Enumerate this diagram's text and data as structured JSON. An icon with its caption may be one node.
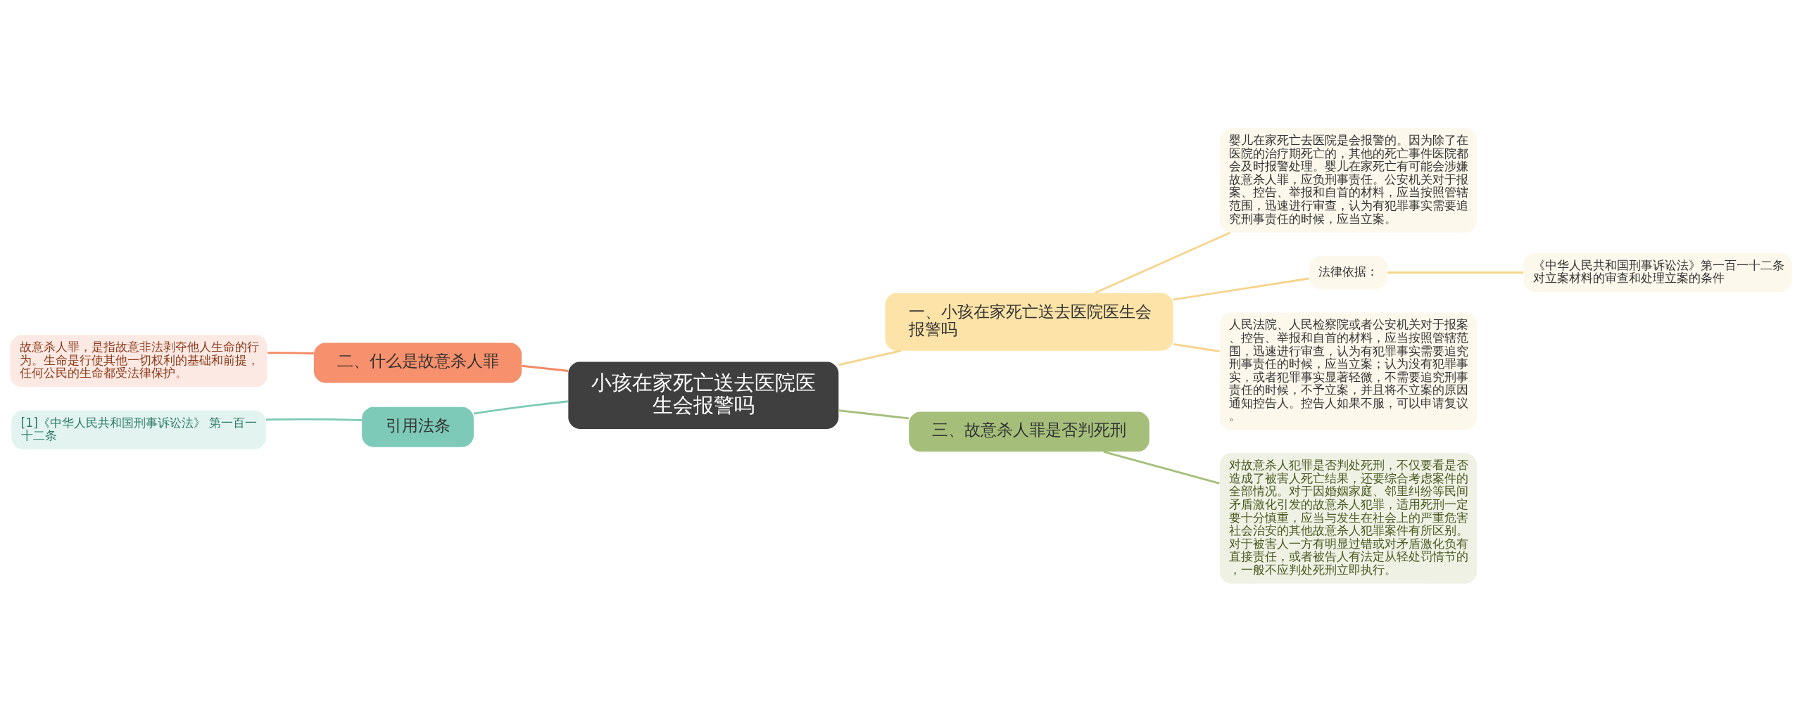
{
  "diagram": {
    "nodes": [
      {
        "text": [
          "小孩在家死亡送去医院医生会报警吗"
        ]
      },
      {
        "text": [
          "一、小孩在家死亡送去医院医生会报警吗"
        ]
      },
      {
        "text": [
          "婴儿在家死亡去医院是会报警的。因为除了在医院的治疗期死亡的，其他的死亡事件医院都会及时报警处理。婴儿在家死亡有可能会涉嫌故意杀人罪，应负刑事责任。公安机关对于报案、控告、举报和自首的材料，应当按照管辖范围，迅速进行审查，认为有犯罪事实需要追究刑事责任的时候，应当立案。"
        ]
      },
      {
        "text": [
          "法律依据："
        ]
      },
      {
        "text": [
          "《中华人民共和国刑事诉讼法》第一百一十二条对立案材料的审查和处理立案的条件"
        ]
      },
      {
        "text": [
          "人民法院、人民检察院或者公安机关对于报案、控告、举报和自首的材料，应当按照管辖范围，迅速进行审查，认为有犯罪事实需要追究刑事责任的时候，应当立案；认为没有犯罪事实，或者犯罪事实显著轻微，不需要追究刑事责任的时候，不予立案，并且将不立案的原因通知控告人。控告人如果不服，可以申请复议。"
        ]
      },
      {
        "text": [
          "二、什么是故意杀人罪"
        ]
      },
      {
        "text": [
          "故意杀人罪，是指故意非法剥夺他人生命的行为。生命是行使其他一切权利的基础和前提，任何公民的生命都受法律保护。"
        ]
      },
      {
        "text": [
          "引用法条"
        ]
      },
      {
        "text": [
          "[1]《中华人民共和国刑事诉讼法》 第一百一十二条"
        ]
      },
      {
        "text": [
          "三、故意杀人罪是否判死刑"
        ]
      },
      {
        "text": [
          "对故意杀人犯罪是否判处死刑，不仅要看是否造成了被害人死亡结果，还要综合考虑案件的全部情况。对于因婚姻家庭、邻里纠纷等民间矛盾激化引发的故意杀人犯罪，适用死刑一定要十分慎重，应当与发生在社会上的严重危害社会治安的其他故意杀人犯罪案件有所区别。对于被害人一方有明显过错或对矛盾激化负有直接责任，或者被告人有法定从轻处罚情节的，一般不应判处死刑立即执行。"
        ]
      }
    ],
    "edges": [
      {
        "from": 0,
        "to": 1,
        "arrow": "none"
      },
      {
        "from": 1,
        "to": 2,
        "arrow": "none"
      },
      {
        "from": 1,
        "to": 3,
        "arrow": "none"
      },
      {
        "from": 3,
        "to": 4,
        "arrow": "none"
      },
      {
        "from": 1,
        "to": 5,
        "arrow": "none"
      },
      {
        "from": 0,
        "to": 6,
        "arrow": "none",
        "color": "#f28a65"
      },
      {
        "from": 6,
        "to": 7,
        "arrow": "none",
        "color": "#f28a65"
      },
      {
        "from": 0,
        "to": 8,
        "arrow": "none",
        "color": "#7ccab5"
      },
      {
        "from": 8,
        "to": 9,
        "arrow": "none",
        "color": "#7ccab5"
      },
      {
        "from": 0,
        "to": 10,
        "arrow": "none",
        "color": "#a5bf7b"
      },
      {
        "from": 10,
        "to": 11,
        "arrow": "none",
        "color": "#a5bf7b"
      }
    ]
  }
}
